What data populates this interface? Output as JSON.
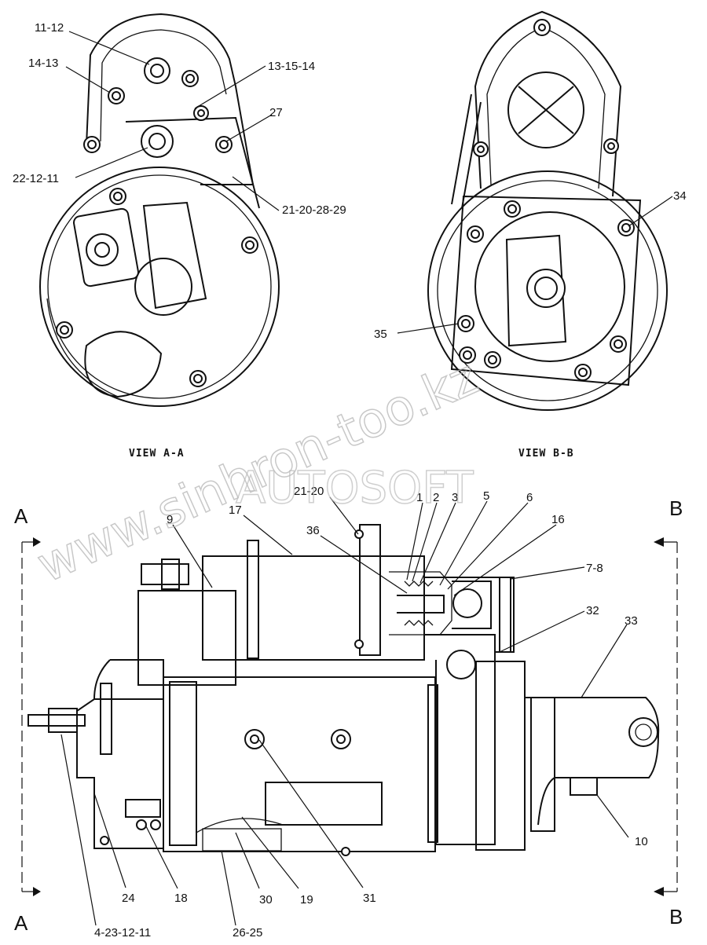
{
  "views": {
    "view_a": "VIEW A-A",
    "view_b": "VIEW B-B"
  },
  "section_markers": {
    "a_top": "A",
    "a_bottom": "A",
    "b_top": "B",
    "b_bottom": "B"
  },
  "watermarks": {
    "site": "www.sinhron-too.kz",
    "brand": "AUTOSOFT"
  },
  "callouts": {
    "c11_12": "11-12",
    "c14_13": "14-13",
    "c13_15_14": "13-15-14",
    "c27": "27",
    "c22_12_11": "22-12-11",
    "c21_20_28_29": "21-20-28-29",
    "c34": "34",
    "c35": "35",
    "c21_20": "21-20",
    "c17": "17",
    "c9": "9",
    "c36": "36",
    "c1": "1",
    "c2": "2",
    "c3": "3",
    "c5": "5",
    "c6": "6",
    "c16": "16",
    "c7_8": "7-8",
    "c32": "32",
    "c33": "33",
    "c10": "10",
    "c24": "24",
    "c18": "18",
    "c30": "30",
    "c19": "19",
    "c31": "31",
    "c4_23_12_11": "4-23-12-11",
    "c26_25": "26-25"
  }
}
